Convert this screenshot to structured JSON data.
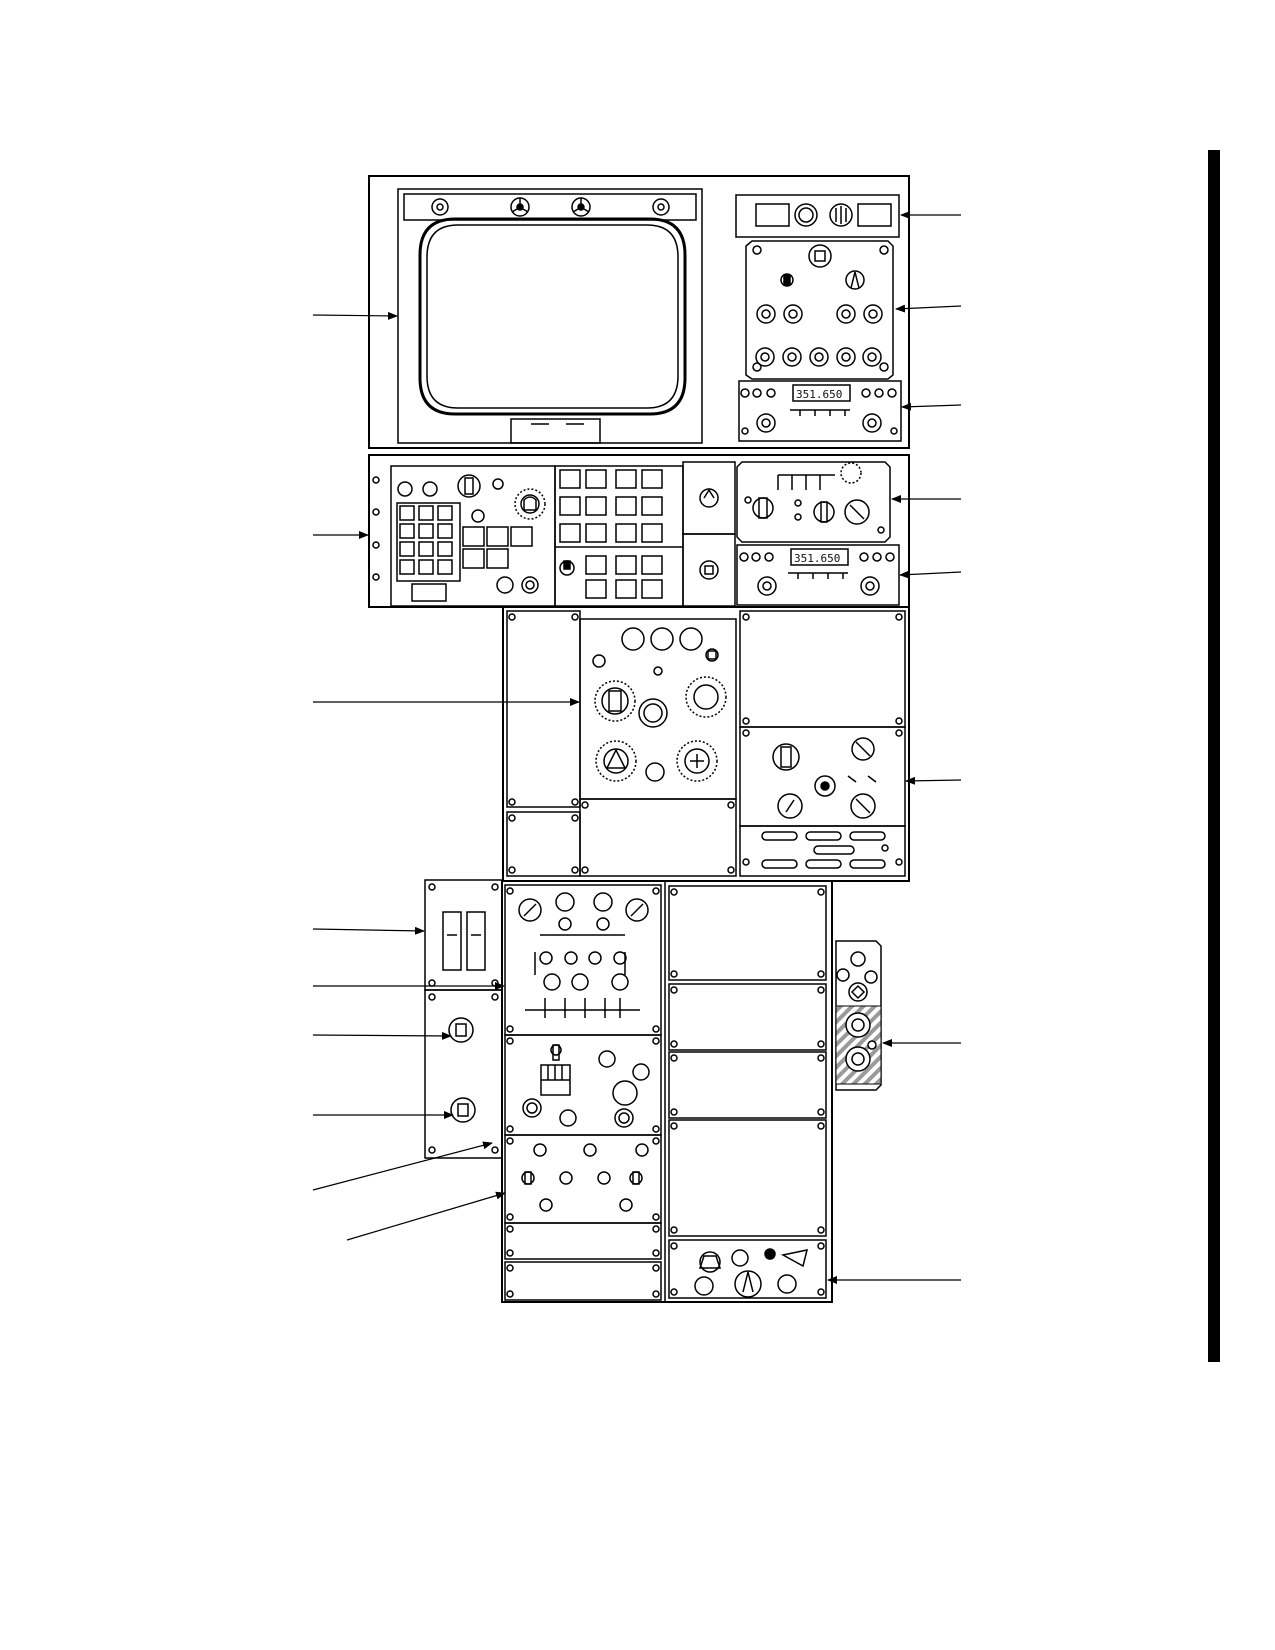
{
  "figure": {
    "kind": "console panel line drawing",
    "readout_upper": "351.650",
    "readout_lower": "351.650",
    "colors": {
      "ink": "#000000",
      "paper": "#ffffff",
      "hatch": "#9a9a9a"
    }
  },
  "callouts": {
    "left_count": 9,
    "right_count": 8
  }
}
